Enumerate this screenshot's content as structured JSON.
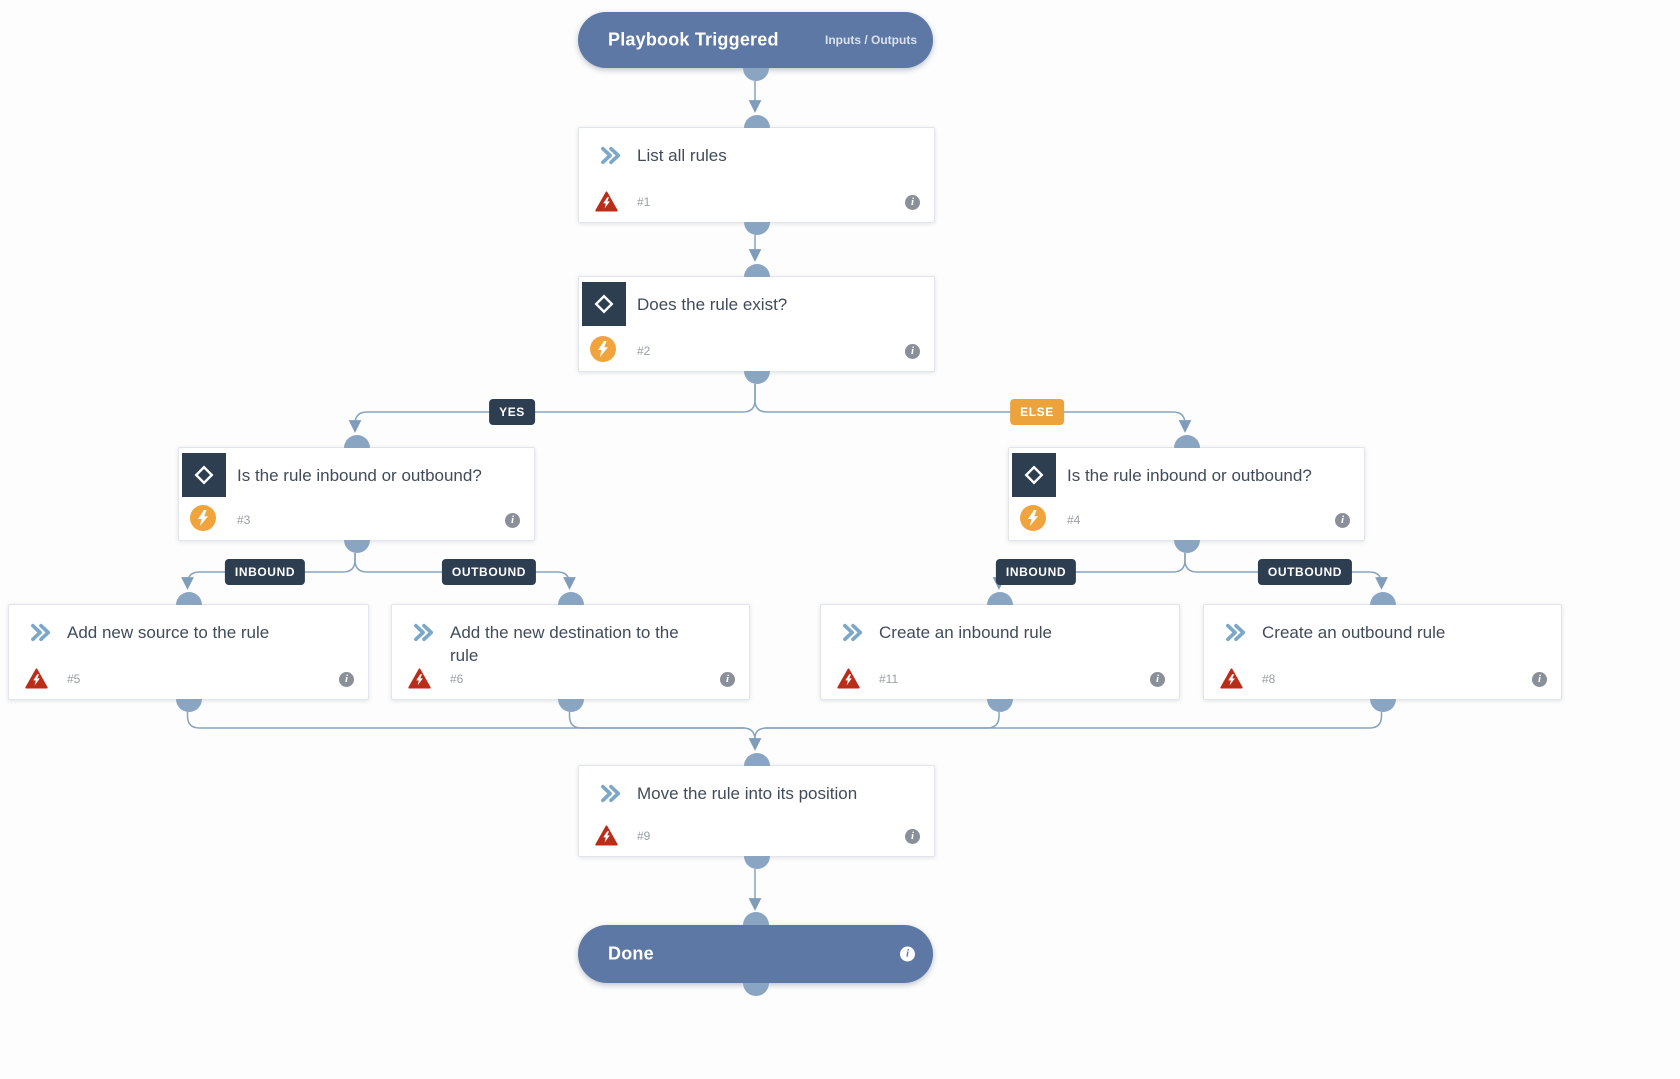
{
  "diagram": {
    "background": "#fdfdfd",
    "colors": {
      "pill_bg": "#5d78a4",
      "connector": "#86a3c0",
      "condition_icon_bg": "#2d3e50",
      "branch_label_dark_bg": "#2d3e50",
      "branch_label_else_bg": "#eca33b",
      "error_icon_red": "#ba2d18",
      "lightning_icon_orange": "#f1a43b",
      "task_chevron_blue": "#7ba7cb",
      "info_icon_gray": "#8a9099"
    },
    "icons": {
      "task": "double-chevron-icon",
      "condition": "diamond-icon",
      "error": "warning-triangle-icon",
      "auto": "lightning-icon",
      "info": "info-icon"
    }
  },
  "nodes": {
    "trigger": {
      "title": "Playbook Triggered",
      "link": "Inputs / Outputs"
    },
    "list_rules": {
      "title": "List all rules",
      "id": "#1"
    },
    "rule_exists": {
      "title": "Does the rule exist?",
      "id": "#2"
    },
    "cond_yes": {
      "title": "Is the rule inbound or outbound?",
      "id": "#3"
    },
    "cond_else": {
      "title": "Is the rule inbound or outbound?",
      "id": "#4"
    },
    "add_source": {
      "title": "Add new source to the rule",
      "id": "#5"
    },
    "add_destination": {
      "title": "Add the new destination to the rule",
      "id": "#6"
    },
    "create_inbound": {
      "title": "Create an inbound rule",
      "id": "#11"
    },
    "create_outbound": {
      "title": "Create an outbound rule",
      "id": "#8"
    },
    "move_rule": {
      "title": "Move the rule into its position",
      "id": "#9"
    },
    "done": {
      "title": "Done"
    }
  },
  "edge_labels": {
    "yes": "YES",
    "else": "ELSE",
    "inbound_left": "INBOUND",
    "outbound_left": "OUTBOUND",
    "inbound_right": "INBOUND",
    "outbound_right": "OUTBOUND"
  }
}
